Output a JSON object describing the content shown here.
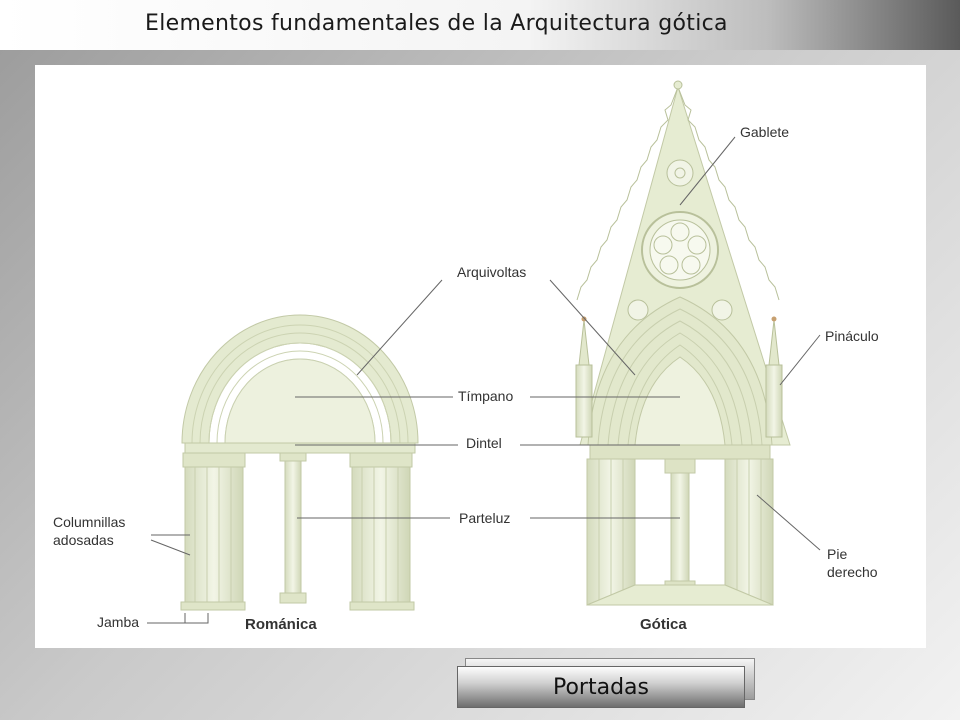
{
  "header": {
    "title": "Elementos fundamentales de la Arquitectura gótica"
  },
  "diagram": {
    "labels": {
      "gablete": "Gablete",
      "arquivoltas": "Arquivoltas",
      "pinaculo": "Pináculo",
      "timpano": "Tímpano",
      "dintel": "Dintel",
      "parteluz": "Parteluz",
      "columnillas_1": "Columnillas",
      "columnillas_2": "adosadas",
      "pie_1": "Pie",
      "pie_2": "derecho",
      "jamba": "Jamba",
      "romanica": "Románica",
      "gotica": "Gótica"
    },
    "colors": {
      "stone": "#e8edd7",
      "stone_dark": "#c9d0b0",
      "line": "#555555"
    }
  },
  "footer": {
    "button_label": "Portadas"
  }
}
